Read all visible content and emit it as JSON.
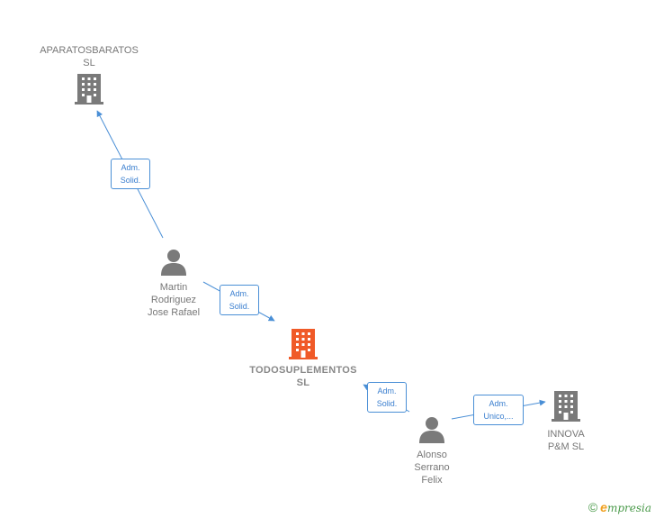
{
  "nodes": {
    "aparatos": {
      "line1": "APARATOSBARATOS",
      "line2": "SL",
      "type": "company",
      "color": "#7a7a7a"
    },
    "martin": {
      "line1": "Martin",
      "line2": "Rodriguez",
      "line3": "Jose Rafael",
      "type": "person",
      "color": "#7a7a7a"
    },
    "todos": {
      "line1": "TODOSUPLEMENTOS",
      "line2": "SL",
      "type": "company",
      "color": "#f05a28"
    },
    "alonso": {
      "line1": "Alonso",
      "line2": "Serrano",
      "line3": "Felix",
      "type": "person",
      "color": "#7a7a7a"
    },
    "innova": {
      "line1": "INNOVA",
      "line2": "P&M  SL",
      "type": "company",
      "color": "#7a7a7a"
    }
  },
  "edges": [
    {
      "from": "martin",
      "to": "aparatos",
      "line1": "Adm.",
      "line2": "Solid."
    },
    {
      "from": "martin",
      "to": "todos",
      "line1": "Adm.",
      "line2": "Solid."
    },
    {
      "from": "alonso",
      "to": "todos",
      "line1": "Adm.",
      "line2": "Solid."
    },
    {
      "from": "alonso",
      "to": "innova",
      "line1": "Adm.",
      "line2": "Unico,..."
    }
  ],
  "colors": {
    "edge": "#4a8fd6",
    "label_text": "#3b7fcf"
  },
  "brand": {
    "copyright": "©",
    "initial": "e",
    "name": "mpresia"
  }
}
